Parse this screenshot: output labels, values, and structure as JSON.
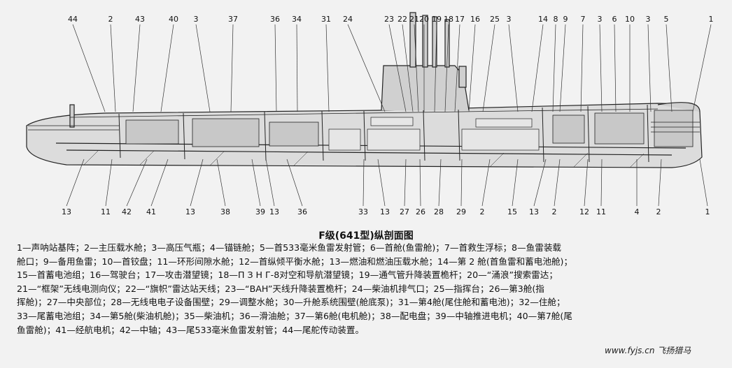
{
  "numbers": {
    "top": [
      "44",
      "2",
      "43",
      "40",
      "3",
      "37",
      "36",
      "34",
      "31",
      "24",
      "23",
      "22",
      "21",
      "20",
      "19",
      "18",
      "17",
      "16",
      "25",
      "3",
      "14",
      "8",
      "9",
      "7",
      "3",
      "6",
      "10",
      "3",
      "5",
      "1"
    ],
    "bottom": [
      "13",
      "11",
      "42",
      "41",
      "13",
      "38",
      "39",
      "13",
      "36",
      "33",
      "13",
      "27",
      "26",
      "28",
      "29",
      "2",
      "15",
      "13",
      "2",
      "12",
      "11",
      "4",
      "2",
      "1"
    ]
  },
  "title": "F级(641型)纵剖面图",
  "legend_lines": [
    "1—声呐站基阵；2—主压载水舱；3—高压气瓶；4—锚链舱；5—首533毫米鱼雷发射管；6—首舱(鱼雷舱)；7—首救生浮标；8—鱼雷装载",
    "舱口；9—备用鱼雷；10—首铰盘；11—环形间隙水舱；12—首纵倾平衡水舱；13—燃油和燃油压载水舱；14—第 2 舱(首鱼雷和蓄电池舱)；",
    "15—首蓄电池组；16—驾驶台；17—攻击潜望镜；18—П З Н Г-8对空和导航潜望镜；19—通气管升降装置桅杆；20—“涌浪”搜索雷达；",
    "21—“框架”无线电测向仪；22—“旗帜”雷达站天线；23—“BAH”天线升降装置桅杆；24—柴油机排气口；25—指挥台；26—第3舱(指",
    "挥舱)；27—中央部位；28—无线电电子设备围壁；29—调整水舱；30—升舱系统围壁(舱底泵)；31—第4舱(尾住舱和蓄电池)；32—住舱；",
    "33—尾蓄电池组；34—第5舱(柴油机舱)；35—柴油机；36—滑油舱；37—第6舱(电机舱)；38—配电盘；39—中轴推进电机；40—第7舱(尾",
    "鱼雷舱)；41—经航电机；42—中轴；43—尾533毫米鱼雷发射管；44—尾舵传动装置。"
  ],
  "watermark": "www.fyjs.cn 飞扬猎马"
}
